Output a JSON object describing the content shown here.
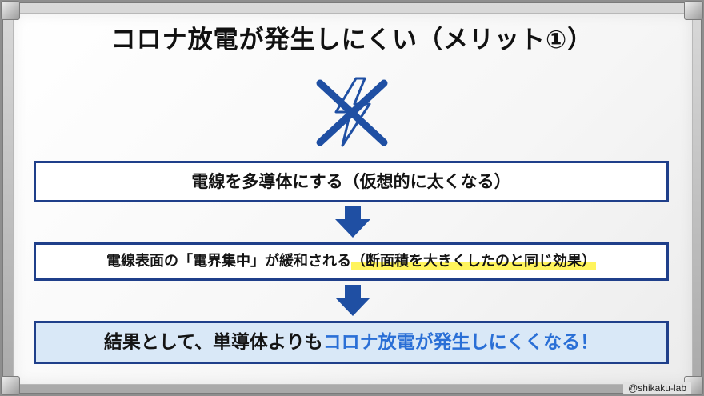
{
  "title": "コロナ放電が発生しにくい（メリット①）",
  "steps": {
    "step1": "電線を多導体にする（仮想的に太くなる）",
    "step2_main": "電線表面の「電界集中」が緩和される",
    "step2_note": "（断面積を大きくしたのと同じ効果）",
    "step3_prefix": "結果として、単導体よりも",
    "step3_emphasis": "コロナ放電が発生しにくくなる！"
  },
  "icons": {
    "main": "crossed-lightning-icon",
    "flow": "down-arrow-icon"
  },
  "watermark": "@shikaku-lab",
  "colors": {
    "box_border": "#1f3f8a",
    "arrow": "#1f4fa3",
    "emphasis_text": "#2a6fd6",
    "highlight": "#fff45c",
    "result_box_fill": "#d9e8f7"
  }
}
